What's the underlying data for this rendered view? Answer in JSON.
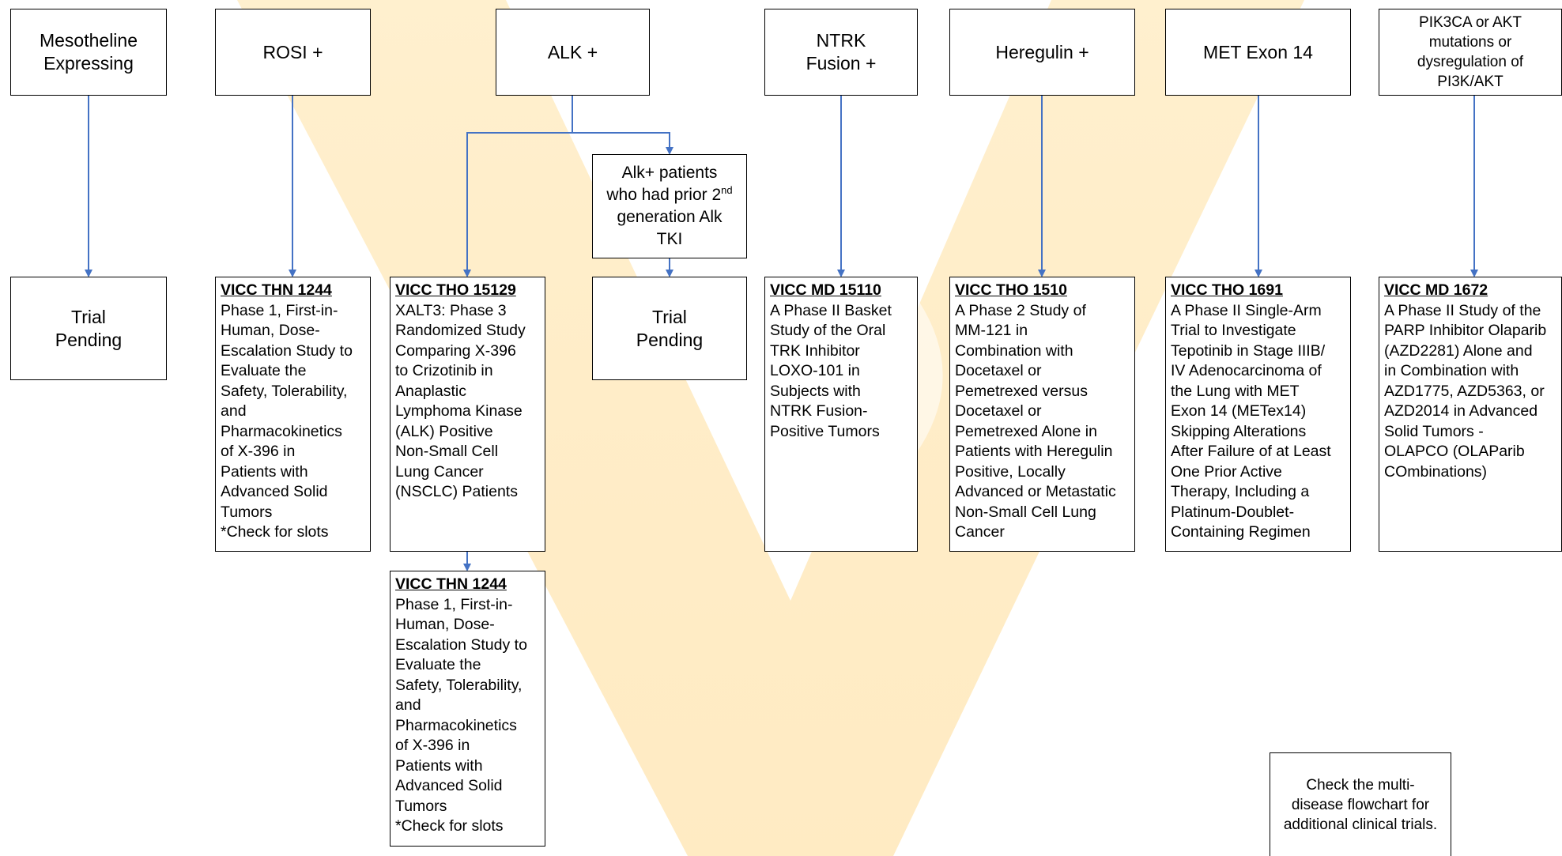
{
  "colors": {
    "connector": "#4472C4",
    "watermark": "#FFD27A",
    "border": "#000000"
  },
  "headers": {
    "mesothelin": "Mesotheline\nExpressing",
    "rosi": "ROSI +",
    "alk": "ALK +",
    "ntrk": "NTRK\nFusion +",
    "heregulin": "Heregulin +",
    "met": "MET Exon 14",
    "pik3ca": "PIK3CA or AKT\nmutations or\ndysregulation of\nPI3K/AKT"
  },
  "alk_prior": {
    "line1": "Alk+ patients",
    "line2_pre": "who had prior 2",
    "line2_sup": "nd",
    "line3": "generation Alk",
    "line4": "TKI"
  },
  "pending": {
    "mesothelin": "Trial\nPending",
    "alk_prior": "Trial\nPending"
  },
  "trials": {
    "rosi_thn1244": {
      "id": "VICC THN 1244",
      "desc": "Phase 1, First-in-\nHuman, Dose-\nEscalation Study to\nEvaluate the\nSafety, Tolerability,\nand\nPharmacokinetics\nof X-396 in\nPatients with\nAdvanced Solid\nTumors",
      "note": "*Check for slots"
    },
    "alk_tho15129": {
      "id": "VICC THO 15129",
      "desc": "XALT3: Phase 3\nRandomized Study\nComparing X-396\nto Crizotinib in\nAnaplastic\nLymphoma Kinase\n(ALK) Positive\nNon-Small Cell\nLung Cancer\n(NSCLC) Patients"
    },
    "alk_thn1244": {
      "id": "VICC THN 1244",
      "desc": "Phase 1, First-in-\nHuman, Dose-\nEscalation Study to\nEvaluate the\nSafety, Tolerability,\nand\nPharmacokinetics\nof X-396 in\nPatients with\nAdvanced Solid\nTumors",
      "note": "*Check for slots"
    },
    "ntrk_md15110": {
      "id": "VICC MD 15110",
      "desc": "A Phase II Basket\nStudy of the Oral\nTRK Inhibitor\nLOXO-101 in\nSubjects with\nNTRK Fusion-\nPositive Tumors"
    },
    "heregulin_tho1510": {
      "id": "VICC THO 1510",
      "desc": "A Phase 2 Study of\nMM-121 in\nCombination with\nDocetaxel or\nPemetrexed versus\nDocetaxel or\nPemetrexed Alone in\nPatients with Heregulin\nPositive, Locally\nAdvanced or Metastatic\nNon-Small Cell Lung\nCancer"
    },
    "met_tho1691": {
      "id": "VICC THO 1691",
      "desc": "A Phase II Single-Arm\nTrial to Investigate\nTepotinib in Stage IIIB/\nIV Adenocarcinoma of\nthe Lung with MET\nExon 14 (METex14)\nSkipping Alterations\nAfter Failure of at Least\nOne Prior Active\nTherapy, Including a\nPlatinum-Doublet-\nContaining Regimen"
    },
    "pik3ca_md1672": {
      "id": "VICC MD 1672",
      "desc": "A Phase II Study of the\nPARP Inhibitor Olaparib\n(AZD2281) Alone and\nin Combination with\nAZD1775, AZD5363, or\nAZD2014 in Advanced\nSolid Tumors -\nOLAPCO (OLAParib\nCOmbinations)"
    }
  },
  "note": "Check the multi-\ndisease flowchart for\nadditional clinical trials."
}
